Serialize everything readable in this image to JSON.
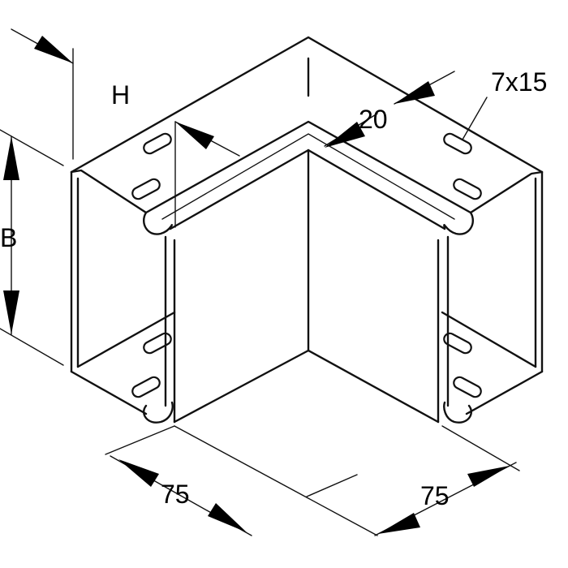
{
  "labels": {
    "height": "H",
    "width": "B",
    "slot": "7x15",
    "flange": "20",
    "leg_left": "75",
    "leg_right": "75"
  }
}
